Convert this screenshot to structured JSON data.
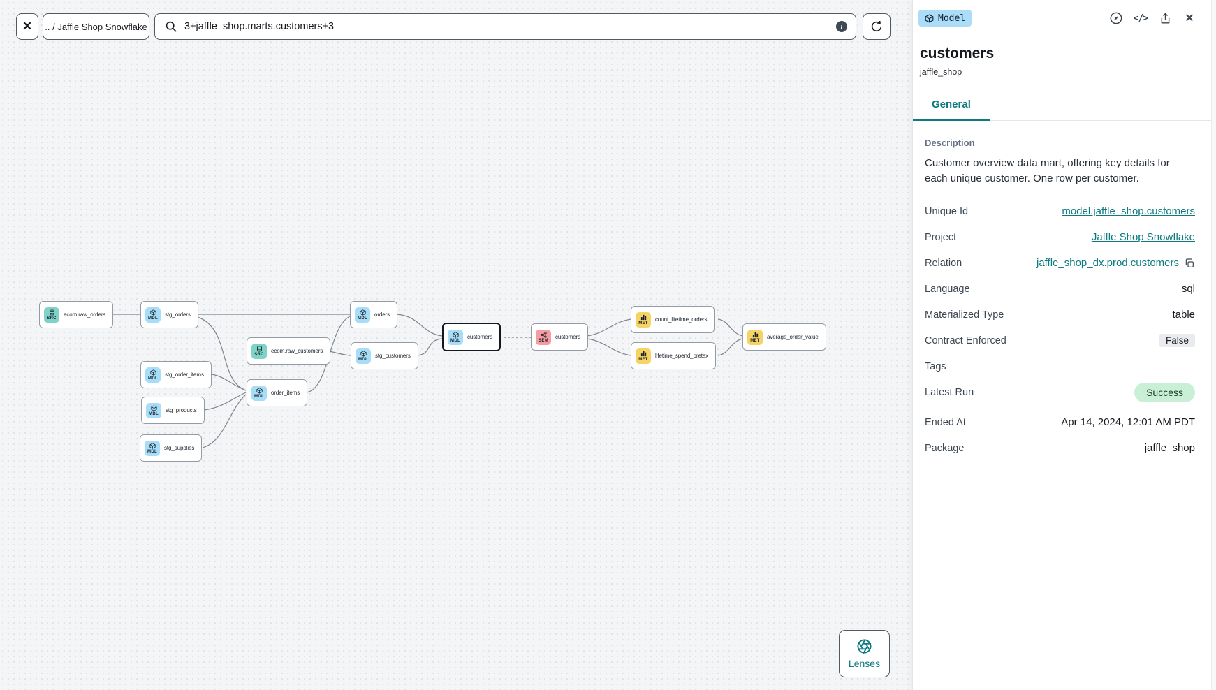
{
  "toolbar": {
    "breadcrumb": ".. / Jaffle Shop Snowflake",
    "search_value": "3+jaffle_shop.marts.customers+3"
  },
  "icons": {
    "close_glyph": "✕",
    "code_glyph": "</>",
    "info_glyph": "i"
  },
  "lenses_label": "Lenses",
  "panel": {
    "badge_label": "Model",
    "title": "customers",
    "subtitle": "jaffle_shop",
    "tab_label": "General",
    "description_label": "Description",
    "description_text": "Customer overview data mart, offering key details for each unique customer. One row per customer.",
    "fields": [
      {
        "label": "Unique Id",
        "value": "model.jaffle_shop.customers",
        "type": "link"
      },
      {
        "label": "Project",
        "value": "Jaffle Shop Snowflake",
        "type": "link"
      },
      {
        "label": "Relation",
        "value": "jaffle_shop_dx.prod.customers",
        "type": "copy-link"
      },
      {
        "label": "Language",
        "value": "sql",
        "type": "text"
      },
      {
        "label": "Materialized Type",
        "value": "table",
        "type": "text"
      },
      {
        "label": "Contract Enforced",
        "value": "False",
        "type": "gray-badge"
      },
      {
        "label": "Tags",
        "value": "",
        "type": "text"
      },
      {
        "label": "Latest Run",
        "value": "Success",
        "type": "success-badge"
      },
      {
        "label": "Ended At",
        "value": "Apr 14, 2024, 12:01 AM PDT",
        "type": "text"
      },
      {
        "label": "Package",
        "value": "jaffle_shop",
        "type": "text"
      }
    ]
  },
  "colors": {
    "accent_teal": "#0c7a7f",
    "model_badge_bg": "#abdcf8",
    "source_chip": "#7ed3c6",
    "model_chip": "#a8ddf8",
    "semantic_chip": "#f59ba1",
    "metric_chip": "#f7d364",
    "success_bg": "#c9efd6",
    "canvas_bg": "#f4f5f7"
  },
  "graph": {
    "nodes": [
      {
        "id": "ecom.raw_orders",
        "label": "ecom.raw_orders",
        "kind": "SRC"
      },
      {
        "id": "stg_orders",
        "label": "stg_orders",
        "kind": "MDL"
      },
      {
        "id": "ecom.raw_customers",
        "label": "ecom.raw_customers",
        "kind": "SRC"
      },
      {
        "id": "stg_order_items",
        "label": "stg_order_items",
        "kind": "MDL"
      },
      {
        "id": "stg_products",
        "label": "stg_products",
        "kind": "MDL"
      },
      {
        "id": "stg_supplies",
        "label": "stg_supplies",
        "kind": "MDL"
      },
      {
        "id": "order_items",
        "label": "order_items",
        "kind": "MDL"
      },
      {
        "id": "orders",
        "label": "orders",
        "kind": "MDL"
      },
      {
        "id": "stg_customers",
        "label": "stg_customers",
        "kind": "MDL"
      },
      {
        "id": "customers",
        "label": "customers",
        "kind": "MDL",
        "selected": true
      },
      {
        "id": "customers_semantic",
        "label": "customers",
        "kind": "SEM"
      },
      {
        "id": "count_lifetime_orders",
        "label": "count_lifetime_orders",
        "kind": "MET"
      },
      {
        "id": "lifetime_spend_pretax",
        "label": "lifetime_spend_pretax",
        "kind": "MET"
      },
      {
        "id": "average_order_value",
        "label": "average_order_value",
        "kind": "MET"
      }
    ],
    "edges": [
      {
        "from": "ecom.raw_orders",
        "to": "stg_orders",
        "style": "solid"
      },
      {
        "from": "stg_orders",
        "to": "orders",
        "style": "solid"
      },
      {
        "from": "stg_orders",
        "to": "order_items",
        "style": "solid"
      },
      {
        "from": "ecom.raw_customers",
        "to": "stg_customers",
        "style": "solid"
      },
      {
        "from": "stg_order_items",
        "to": "order_items",
        "style": "solid"
      },
      {
        "from": "stg_products",
        "to": "order_items",
        "style": "solid"
      },
      {
        "from": "stg_supplies",
        "to": "order_items",
        "style": "solid"
      },
      {
        "from": "order_items",
        "to": "orders",
        "style": "solid"
      },
      {
        "from": "orders",
        "to": "customers",
        "style": "solid"
      },
      {
        "from": "stg_customers",
        "to": "customers",
        "style": "solid"
      },
      {
        "from": "customers",
        "to": "customers_semantic",
        "style": "dashed"
      },
      {
        "from": "customers_semantic",
        "to": "count_lifetime_orders",
        "style": "solid"
      },
      {
        "from": "customers_semantic",
        "to": "lifetime_spend_pretax",
        "style": "solid"
      },
      {
        "from": "count_lifetime_orders",
        "to": "average_order_value",
        "style": "solid"
      },
      {
        "from": "lifetime_spend_pretax",
        "to": "average_order_value",
        "style": "solid"
      }
    ]
  }
}
